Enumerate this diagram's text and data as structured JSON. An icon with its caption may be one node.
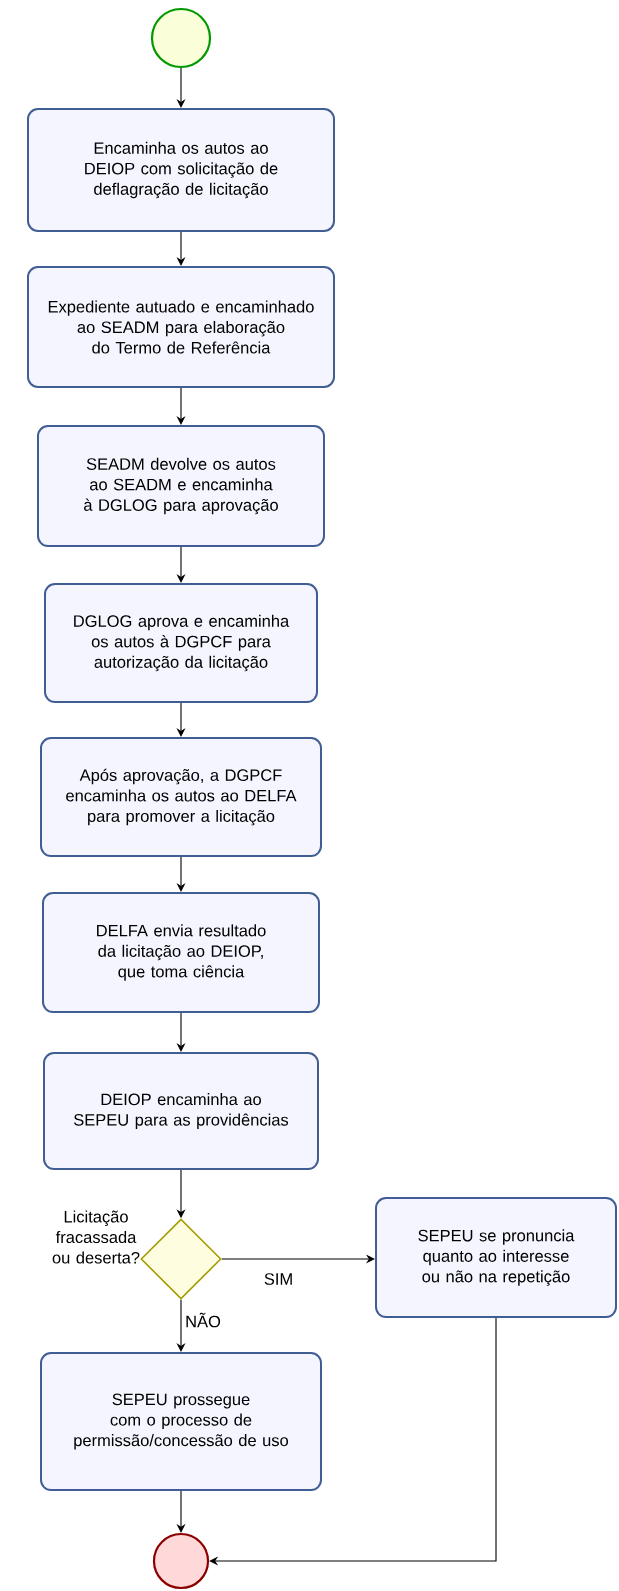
{
  "diagram": {
    "nodes": [
      {
        "text": [],
        "shape": "circle"
      },
      {
        "text": [
          "Encaminha os autos ao DEIOP com solicitação de deflagração de licitação"
        ]
      },
      {
        "text": [
          "Expediente autuado e encaminhado ao SEADM para elaboração do Termo de Referência"
        ]
      },
      {
        "text": [
          "SEADM devolve os autos ao SEADM e encaminha à DGLOG para aprovação"
        ]
      },
      {
        "text": [
          "DGLOG aprova e encaminha os autos à DGPCF para autorização da licitação"
        ]
      },
      {
        "text": [
          "Após aprovação, a DGPCF encaminha os autos ao DELFA para promover a licitação"
        ]
      },
      {
        "text": [
          "DELFA envia resultado da licitação ao DEIOP, que toma ciência"
        ]
      },
      {
        "text": [
          "DEIOP encaminha ao SEPEU para as providências"
        ]
      },
      {
        "text": [
          "Licitação fracassada ou deserta?"
        ]
      },
      {
        "text": [
          "SEPEU se pronuncia quanto ao interesse ou não na repetição"
        ]
      },
      {
        "text": [
          "SEPEU prossegue com o processo de permissão/concessão de uso"
        ]
      },
      {
        "text": [],
        "shape": "circle"
      }
    ],
    "edges": [
      {
        "from": 0,
        "to": 1,
        "arrow": "to"
      },
      {
        "from": 1,
        "to": 2,
        "arrow": "to"
      },
      {
        "from": 2,
        "to": 3,
        "arrow": "to"
      },
      {
        "from": 3,
        "to": 4,
        "arrow": "to"
      },
      {
        "from": 4,
        "to": 5,
        "arrow": "to"
      },
      {
        "from": 5,
        "to": 6,
        "arrow": "to"
      },
      {
        "from": 6,
        "to": 7,
        "arrow": "to"
      },
      {
        "from": 7,
        "to": 8,
        "arrow": "to"
      },
      {
        "from": 8,
        "to": 9,
        "arrow": "to",
        "label": "SIM"
      },
      {
        "from": 8,
        "to": 10,
        "arrow": "to",
        "label": "NÃO"
      },
      {
        "from": 10,
        "to": 11,
        "arrow": "to"
      },
      {
        "from": 9,
        "to": 11,
        "arrow": "to"
      }
    ]
  }
}
